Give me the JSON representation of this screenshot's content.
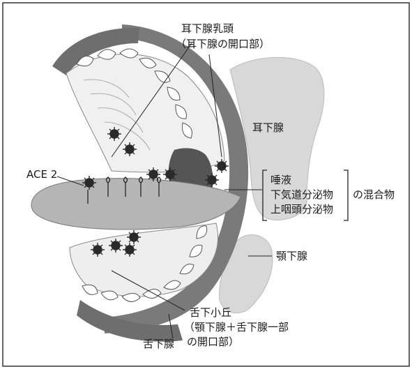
{
  "labels": {
    "papilla_line1": "耳下腺乳頭",
    "papilla_line2": "（耳下腺の開口部）",
    "parotid": "耳下腺",
    "ace2": "ACE 2",
    "mix_1": "唾液",
    "mix_2": "下気道分泌物",
    "mix_3": "上咽頭分泌物",
    "mix_suffix": "の混合物",
    "submandibular": "顎下腺",
    "caruncle_1": "舌下小丘",
    "caruncle_2": "（顎下腺＋舌下腺一部",
    "caruncle_3": "の開口部）",
    "sublingual": "舌下腺"
  },
  "colors": {
    "dark_gray": "#6e6e6e",
    "mid_gray": "#9a9a9a",
    "light_gray": "#cfcfcf",
    "gland_gray": "#d8d8d8",
    "virus": "#2a2a2a"
  }
}
